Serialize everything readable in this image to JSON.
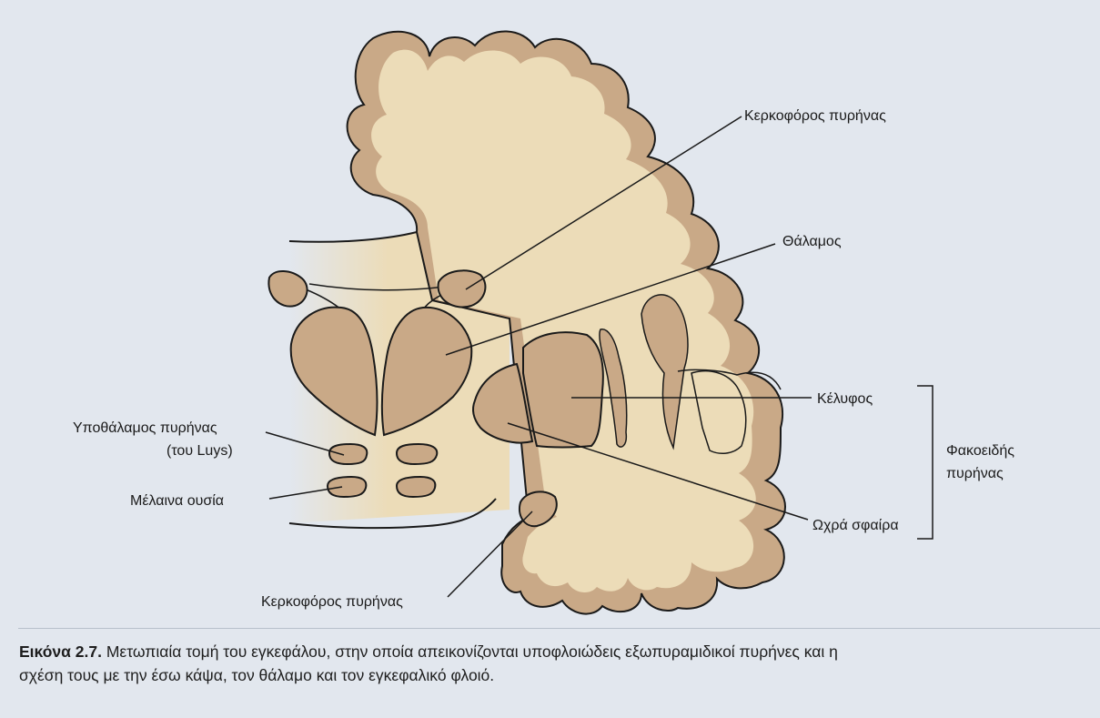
{
  "labels": {
    "caudate_top": "Κερκοφόρος πυρήνας",
    "thalamus": "Θάλαμος",
    "putamen": "Κέλυφος",
    "lentiform_line1": "Φακοειδής",
    "lentiform_line2": "πυρήνας",
    "globus_pallidus": "Ωχρά σφαίρα",
    "subthalamic_line1": "Υποθάλαμος πυρήνας",
    "subthalamic_line2": "(του Luys)",
    "substantia_nigra": "Μέλαινα ουσία",
    "caudate_bottom": "Κερκοφόρος πυρήνας"
  },
  "caption": {
    "figure_number": "Εικόνα 2.7.",
    "text_line1": " Μετωπιαία τομή του εγκεφάλου, στην οποία απεικονίζονται υποφλοιώδεις εξωπυραμιδικοί πυρήνες και η",
    "text_line2": "σχέση τους με την έσω κάψα, τον θάλαμο και τον εγκεφαλικό φλοιό."
  },
  "colors": {
    "background": "#e2e7ee",
    "white_matter": "#ecdcb8",
    "grey_matter": "#c9a987",
    "outline": "#1a1a1a"
  }
}
